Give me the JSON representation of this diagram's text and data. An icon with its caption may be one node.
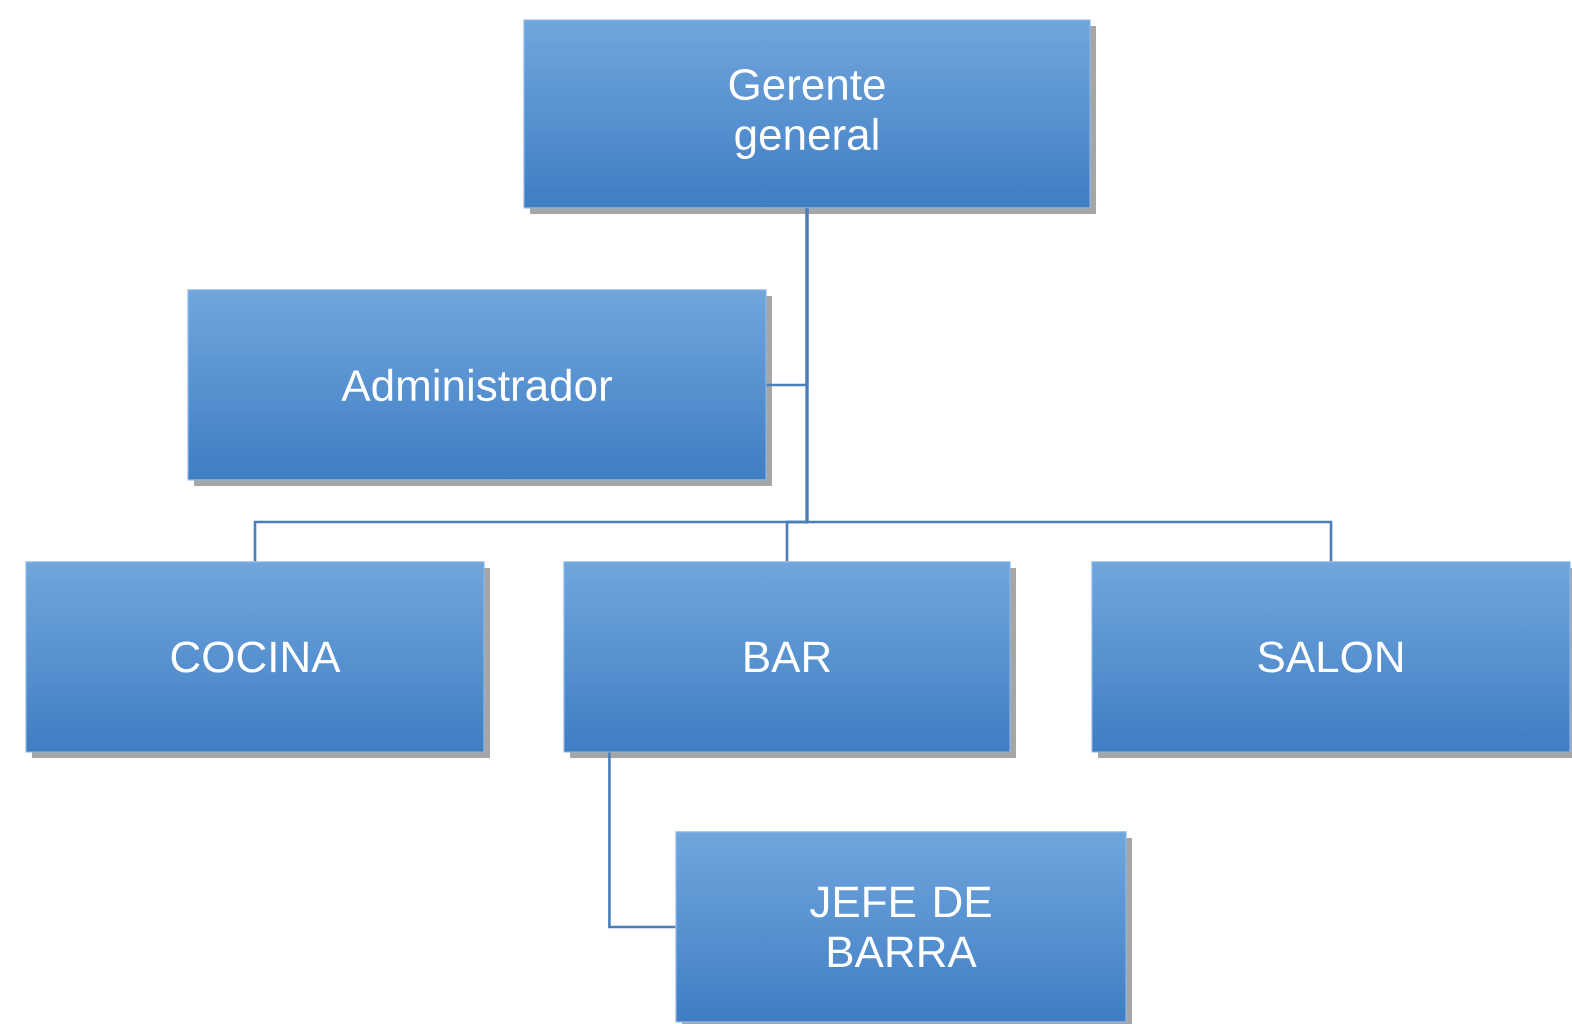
{
  "diagram": {
    "nodes": [
      {
        "text": [
          "Gerente general"
        ]
      },
      {
        "text": [
          "Administrador"
        ]
      },
      {
        "text": [
          "COCINA"
        ]
      },
      {
        "text": [
          "BAR"
        ]
      },
      {
        "text": [
          "SALON"
        ]
      },
      {
        "text": [
          "JEFE DE BARRA"
        ]
      }
    ],
    "edges": [
      {
        "from": 0,
        "to": 1,
        "arrow": "none"
      },
      {
        "from": 0,
        "to": 2,
        "arrow": "none"
      },
      {
        "from": 0,
        "to": 3,
        "arrow": "none"
      },
      {
        "from": 0,
        "to": 4,
        "arrow": "none"
      },
      {
        "from": 3,
        "to": 5,
        "arrow": "none"
      }
    ]
  }
}
